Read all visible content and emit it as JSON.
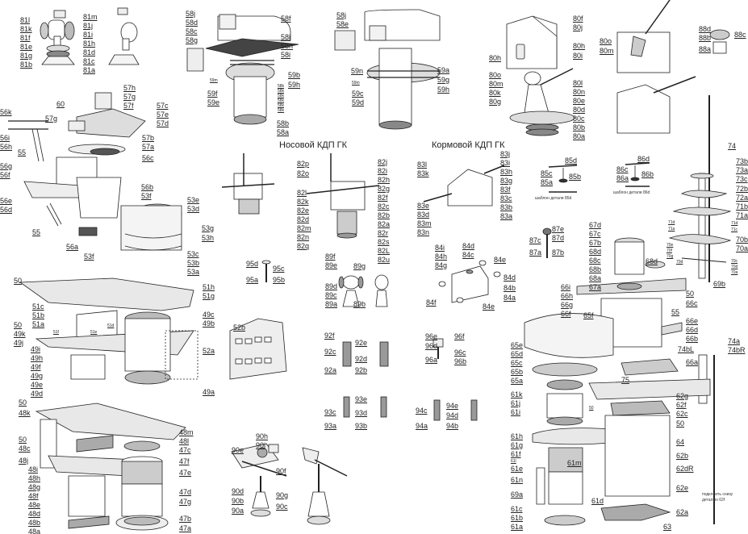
{
  "titles": {
    "bow": "Носовой КДП ГК",
    "stern": "Кормовой КДП ГК"
  },
  "notes": {
    "template_85d": "шаблон детали 85d",
    "template_86d": "шаблон детали 86d",
    "note_62e": "подклеить снизу деталью 62f"
  },
  "groups": [
    {
      "id": "g81",
      "labels": [
        "81m",
        "81l",
        "81j",
        "81k",
        "81i",
        "81f",
        "81h",
        "81e",
        "81d",
        "81g",
        "81c",
        "81b",
        "81a"
      ]
    },
    {
      "id": "g58a",
      "labels": [
        "58j",
        "58f",
        "58d",
        "58c",
        "58g",
        "58i",
        "58h",
        "58i",
        "59b",
        "59h",
        "59m",
        "59f",
        "59e",
        "58k",
        "58k",
        "58k",
        "58k",
        "58k",
        "58k",
        "58b",
        "58a"
      ]
    },
    {
      "id": "g58b",
      "labels": [
        "58j",
        "58e",
        "59n",
        "59a",
        "59g",
        "59h",
        "59m",
        "59c",
        "59d"
      ]
    },
    {
      "id": "g80",
      "labels": [
        "80f",
        "80j",
        "80h",
        "80h",
        "80i",
        "80o",
        "80m",
        "80k",
        "80g",
        "80l",
        "80n",
        "80e",
        "80d",
        "80c",
        "80b",
        "80a",
        "80o",
        "80m"
      ]
    },
    {
      "id": "g88",
      "labels": [
        "88d",
        "88c",
        "88b",
        "88a"
      ]
    },
    {
      "id": "g57",
      "labels": [
        "57h",
        "57g",
        "57f",
        "60",
        "57g",
        "57c",
        "57e",
        "57d",
        "56k",
        "56i",
        "56h",
        "57b",
        "57a",
        "55",
        "56c",
        "56g",
        "56f",
        "56b",
        "53f",
        "56e",
        "56d",
        "53e",
        "53d",
        "55",
        "53g",
        "53h",
        "56a",
        "53f",
        "53c",
        "53b",
        "53a"
      ]
    },
    {
      "id": "g82",
      "labels": [
        "82p",
        "82o",
        "82j",
        "82i",
        "82h",
        "82g",
        "82f",
        "82l",
        "82k",
        "82c",
        "82b",
        "82e",
        "82d",
        "82a",
        "82m",
        "82r",
        "82n",
        "82s",
        "82q",
        "82L",
        "82u"
      ]
    },
    {
      "id": "g83",
      "labels": [
        "83j",
        "83i",
        "83h",
        "83g",
        "83f",
        "83l",
        "83k",
        "83c",
        "83b",
        "83e",
        "83d",
        "83a",
        "83m",
        "83n"
      ]
    },
    {
      "id": "g85",
      "labels": [
        "85d",
        "85c",
        "85b",
        "85a"
      ]
    },
    {
      "id": "g86",
      "labels": [
        "86d",
        "86c",
        "86b",
        "86a"
      ]
    },
    {
      "id": "g87",
      "labels": [
        "87e",
        "87d",
        "87c",
        "87a",
        "87b"
      ]
    },
    {
      "id": "gmast",
      "labels": [
        "74",
        "73b",
        "73a",
        "73c",
        "72b",
        "72a",
        "71b",
        "71a",
        "71d",
        "71a",
        "71d",
        "71c",
        "70b",
        "70a",
        "70e",
        "70f",
        "70g",
        "70d",
        "70c",
        "70d",
        "70a",
        "69b"
      ]
    },
    {
      "id": "g67",
      "labels": [
        "67d",
        "67c",
        "67b",
        "68d",
        "68c",
        "68b",
        "68a",
        "68d",
        "67a",
        "66i",
        "66h",
        "66g",
        "66f",
        "50",
        "66c",
        "65f",
        "55",
        "66e",
        "66d",
        "66b",
        "65e",
        "65d",
        "65c",
        "65b",
        "65a",
        "74bL",
        "66a",
        "74a",
        "74bR",
        "75"
      ]
    },
    {
      "id": "g51",
      "labels": [
        "50",
        "51h",
        "51g",
        "51c",
        "51b",
        "49c",
        "51a",
        "49b",
        "50",
        "49k",
        "49j",
        "51f",
        "51e",
        "51d",
        "49i",
        "52a",
        "49h",
        "49f",
        "49g",
        "49e",
        "49d",
        "49a"
      ]
    },
    {
      "id": "g95",
      "labels": [
        "95d",
        "95c",
        "95a",
        "95b"
      ]
    },
    {
      "id": "g89",
      "labels": [
        "89f",
        "89e",
        "89g",
        "89d",
        "89c",
        "89a",
        "89b"
      ]
    },
    {
      "id": "g84",
      "labels": [
        "84i",
        "84d",
        "84h",
        "84c",
        "84e",
        "84g",
        "84d",
        "84b",
        "84f",
        "84a",
        "84e"
      ]
    },
    {
      "id": "g52b",
      "labels": [
        "52b"
      ]
    },
    {
      "id": "g92",
      "labels": [
        "92f",
        "92e",
        "92c",
        "92d",
        "92a",
        "92b"
      ]
    },
    {
      "id": "g96",
      "labels": [
        "96e",
        "96f",
        "96d",
        "96c",
        "96a",
        "96b"
      ]
    },
    {
      "id": "g93",
      "labels": [
        "93e",
        "93c",
        "93d",
        "93a",
        "93b"
      ]
    },
    {
      "id": "g94",
      "labels": [
        "94e",
        "94c",
        "94d",
        "94a",
        "94b"
      ]
    },
    {
      "id": "g48",
      "labels": [
        "50",
        "48k",
        "48m",
        "50",
        "48l",
        "48c",
        "47c",
        "48j",
        "47f",
        "48i",
        "47e",
        "48h",
        "48g",
        "48f",
        "47d",
        "48e",
        "47g",
        "48d",
        "48b",
        "47b",
        "48a",
        "47a"
      ]
    },
    {
      "id": "g90",
      "labels": [
        "90h",
        "90i",
        "90e",
        "90f",
        "90d",
        "90g",
        "90b",
        "90c",
        "90a"
      ]
    },
    {
      "id": "g61",
      "labels": [
        "61k",
        "62g",
        "61j",
        "62f",
        "61i",
        "62c",
        "50",
        "50",
        "61h",
        "61g",
        "64",
        "61f",
        "62dR",
        "62b",
        "61l",
        "61m",
        "61e",
        "61n",
        "62e",
        "69a",
        "61d",
        "61c",
        "62a",
        "61b",
        "61a",
        "63"
      ]
    }
  ],
  "palette": {
    "line": "#222222",
    "light": "#e8e8e8",
    "mid": "#b8b8b8",
    "dark": "#555555",
    "fill": "#ffffff"
  }
}
